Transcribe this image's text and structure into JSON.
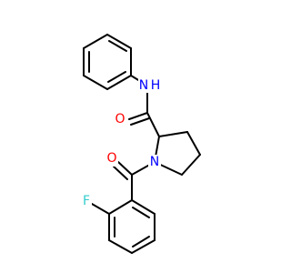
{
  "molecule": {
    "atoms": [
      {
        "label": "N",
        "color": "#0000ff",
        "name": "amide-nitrogen-label"
      },
      {
        "label": "H",
        "color": "#0000ff",
        "name": "amide-hydrogen-label"
      },
      {
        "label": "O",
        "color": "#ff0000",
        "name": "carboxamide-oxygen-label"
      },
      {
        "label": "N",
        "color": "#0000ff",
        "name": "pyrrolidine-nitrogen-label"
      },
      {
        "label": "O",
        "color": "#ff0000",
        "name": "carbonyl-oxygen-label"
      },
      {
        "label": "F",
        "color": "#33cccc",
        "name": "fluorine-label"
      }
    ]
  }
}
